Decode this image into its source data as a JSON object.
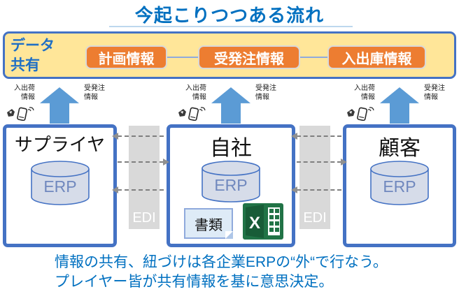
{
  "title": "今起こりつつある流れ",
  "data_share": {
    "label": "データ\n共有",
    "chips": [
      {
        "label": "計画情報"
      },
      {
        "label": "受発注情報"
      },
      {
        "label": "入出庫情報"
      }
    ]
  },
  "flow_arrows": {
    "outbound_label": "入出荷\n情報",
    "inbound_label": "受発注\n情報"
  },
  "companies": [
    {
      "name": "サプライヤ",
      "system": "ERP"
    },
    {
      "name": "自社",
      "system": "ERP",
      "note": "書類"
    },
    {
      "name": "顧客",
      "system": "ERP"
    }
  ],
  "edi": {
    "label": "EDI"
  },
  "footer": {
    "line1": "情報の共有、紐づけは各企業ERPの“外“で行なう。",
    "line2": "プレイヤー皆が共有情報を基に意思決定。"
  },
  "icons": {
    "smartphone": "smartphone-signal-icon",
    "handheld": "handheld-scanner-icon",
    "excel": "excel-icon",
    "database": "database-cylinder-icon",
    "up_arrow": "up-arrow-icon",
    "dashed_arrow": "dashed-arrow-icon"
  },
  "colors": {
    "title_blue": "#0070c0",
    "share_fill": "#ffe699",
    "share_border": "#4472c4",
    "chip_orange": "#ed7d31",
    "arrow_blue": "#5b9bd5",
    "box_border": "#4472c4",
    "cylinder_fill": "#d6dce9",
    "edi_gray": "#d9d9d9",
    "excel_green": "#217346"
  }
}
